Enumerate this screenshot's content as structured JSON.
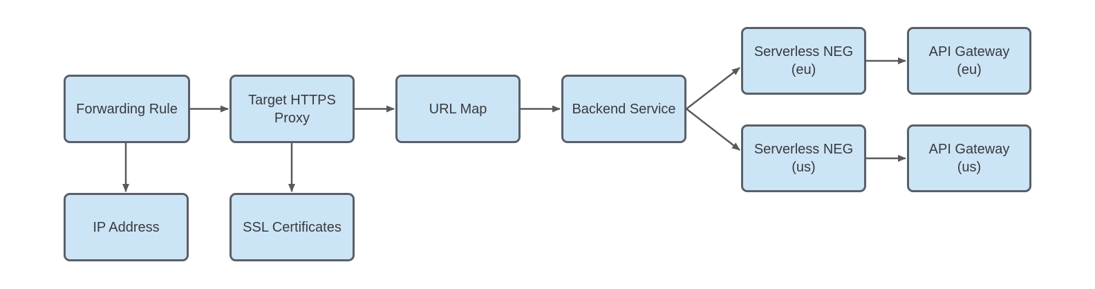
{
  "diagram": {
    "nodes": [
      {
        "id": "forwarding-rule",
        "label": "Forwarding Rule"
      },
      {
        "id": "target-https-proxy",
        "label": "Target HTTPS\nProxy"
      },
      {
        "id": "url-map",
        "label": "URL Map"
      },
      {
        "id": "backend-service",
        "label": "Backend Service"
      },
      {
        "id": "serverless-neg-eu",
        "label": "Serverless NEG\n(eu)"
      },
      {
        "id": "api-gateway-eu",
        "label": "API Gateway\n(eu)"
      },
      {
        "id": "serverless-neg-us",
        "label": "Serverless NEG\n(us)"
      },
      {
        "id": "api-gateway-us",
        "label": "API Gateway\n(us)"
      },
      {
        "id": "ip-address",
        "label": "IP Address"
      },
      {
        "id": "ssl-certificates",
        "label": "SSL Certificates"
      }
    ],
    "edges": [
      {
        "from": "forwarding-rule",
        "to": "target-https-proxy"
      },
      {
        "from": "target-https-proxy",
        "to": "url-map"
      },
      {
        "from": "url-map",
        "to": "backend-service"
      },
      {
        "from": "backend-service",
        "to": "serverless-neg-eu"
      },
      {
        "from": "backend-service",
        "to": "serverless-neg-us"
      },
      {
        "from": "serverless-neg-eu",
        "to": "api-gateway-eu"
      },
      {
        "from": "serverless-neg-us",
        "to": "api-gateway-us"
      },
      {
        "from": "forwarding-rule",
        "to": "ip-address"
      },
      {
        "from": "target-https-proxy",
        "to": "ssl-certificates"
      }
    ],
    "colors": {
      "node_fill": "#cbe4f6",
      "node_border": "#595f66",
      "arrow": "#57595b",
      "text": "#3a3a3a",
      "background": "#ffffff"
    }
  }
}
